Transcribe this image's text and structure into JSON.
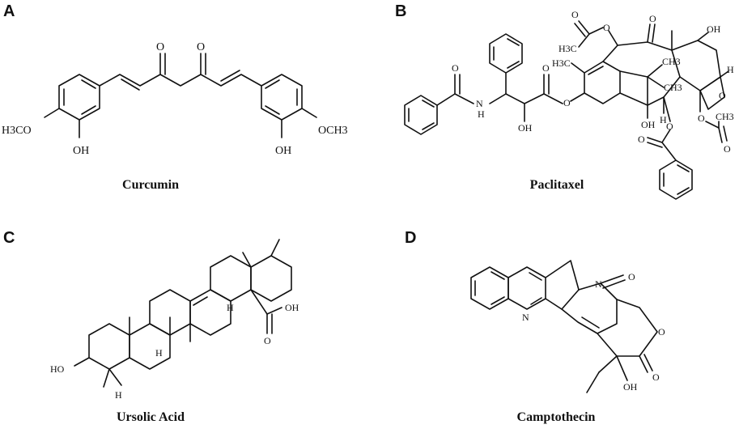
{
  "panels": [
    {
      "letter": "A",
      "caption": "Curcumin"
    },
    {
      "letter": "B",
      "caption": "Paclitaxel"
    },
    {
      "letter": "C",
      "caption": "Ursolic Acid"
    },
    {
      "letter": "D",
      "caption": "Camptothecin"
    }
  ],
  "atoms": {
    "curcumin": {
      "o1": "O",
      "o2": "O",
      "ome_left": "H3CO",
      "ome_right": "OCH3",
      "oh_left": "OH",
      "oh_right": "OH"
    },
    "paclitaxel": {
      "o_amide": "O",
      "nh": "N",
      "nh_h": "H",
      "oh_side": "OH",
      "o_ester": "O",
      "o_ester_link": "O",
      "o_ac1": "O",
      "ac1_ch3": "H3C",
      "o_ac1_link": "O",
      "o_ketone": "O",
      "oh_top": "OH",
      "ch3_a": "CH3",
      "ch3_b": "CH3",
      "h3c": "H3C",
      "oh_mid": "OH",
      "h1": "H",
      "h2": "H",
      "o_ring": "O",
      "o_bz_link": "O",
      "o_bz": "O",
      "o_ac2_link": "O",
      "o_ac2": "O",
      "ac2_ch3": "CH3"
    },
    "ursolic": {
      "ho": "HO",
      "h_a": "H",
      "h_b": "H",
      "h_c": "H",
      "oh": "OH",
      "o": "O"
    },
    "camptothecin": {
      "n1": "N",
      "n2": "N",
      "o1": "O",
      "o2": "O",
      "o3": "O",
      "oh": "OH"
    }
  }
}
